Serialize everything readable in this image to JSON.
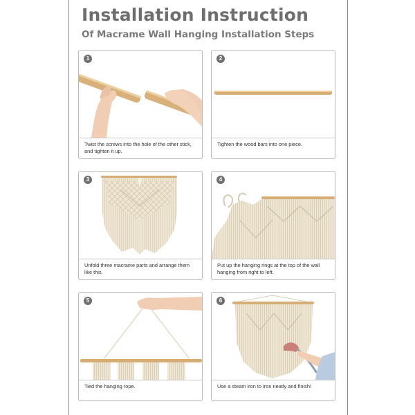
{
  "header": {
    "title": "Installation Instruction",
    "subtitle": "Of Macrame Wall Hanging Installation Steps"
  },
  "steps": [
    {
      "number": "1",
      "caption": "Twist the screws into the hole of the other stick, and tighten it up."
    },
    {
      "number": "2",
      "caption": "Tighten the wood bars into one piece."
    },
    {
      "number": "3",
      "caption": "Unfold three macrame parts and arrange them like this."
    },
    {
      "number": "4",
      "caption": "Put up the hanging rings at the top of the wall hanging from right to left."
    },
    {
      "number": "5",
      "caption": "Tied the hanging rope."
    },
    {
      "number": "6",
      "caption": "Use a steam iron to iron neatly and finish!"
    }
  ],
  "colors": {
    "wood": "#dcb57c",
    "cotton": "#efe6d3",
    "badge": "#707070",
    "title": "#6e6e6e"
  }
}
